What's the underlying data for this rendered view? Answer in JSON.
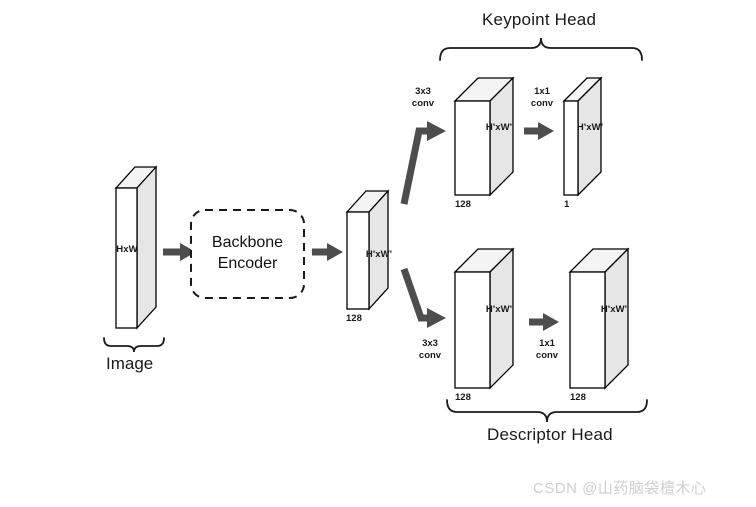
{
  "figure": {
    "background_color": "#ffffff",
    "line_color": "#000000",
    "arrow_color": "#4d4d4d",
    "block_face_color": "#ffffff",
    "block_side_color": "#e8e8e8",
    "block_top_color": "#f2f2f2",
    "watermark_color": "#cfcfcf"
  },
  "titles": {
    "keypoint_head": "Keypoint Head",
    "descriptor_head": "Descriptor Head",
    "image": "Image"
  },
  "encoder": {
    "line1": "Backbone",
    "line2": "Encoder"
  },
  "blocks": {
    "input": {
      "face_label": "HxW",
      "depth_label": ""
    },
    "features": {
      "face_label": "H'xW'",
      "depth_label": "128"
    },
    "keypoint_conv3x3": {
      "face_label": "H'xW'",
      "depth_label": "128"
    },
    "keypoint_conv1x1": {
      "face_label": "H'xW'",
      "depth_label": "1"
    },
    "descriptor_conv3x3": {
      "face_label": "H'xW'",
      "depth_label": "128"
    },
    "descriptor_conv1x1": {
      "face_label": "H'xW'",
      "depth_label": "128"
    }
  },
  "conv_labels": {
    "keypoint_3x3_line1": "3x3",
    "keypoint_3x3_line2": "conv",
    "keypoint_1x1_line1": "1x1",
    "keypoint_1x1_line2": "conv",
    "descriptor_3x3_line1": "3x3",
    "descriptor_3x3_line2": "conv",
    "descriptor_1x1_line1": "1x1",
    "descriptor_1x1_line2": "conv"
  },
  "watermark": {
    "text": "CSDN @山药脑袋檀木心"
  }
}
